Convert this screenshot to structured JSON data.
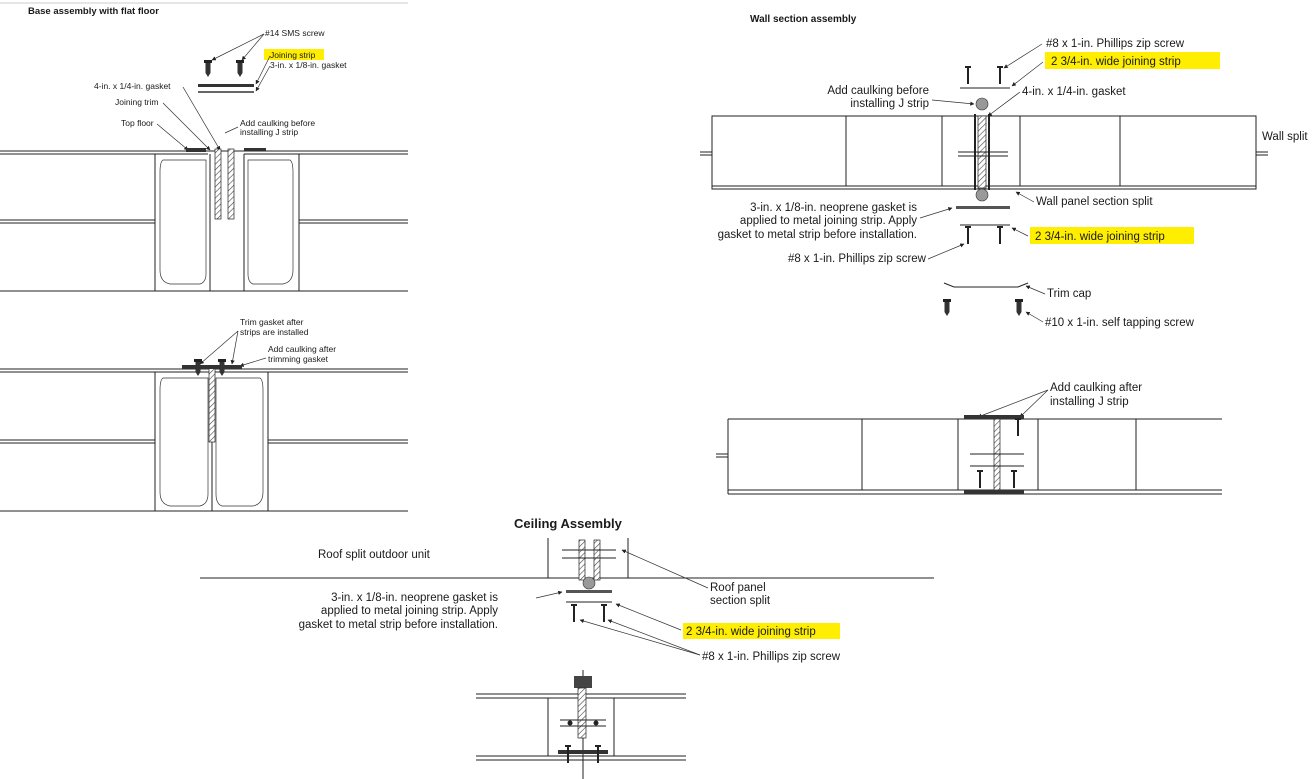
{
  "base": {
    "title": "Base assembly with flat floor",
    "labels": {
      "sms_screw": "#14 SMS screw",
      "joining_strip": "Joining strip",
      "gasket_1_8": "3-in. x 1/8-in. gasket",
      "gasket_1_4": "4-in. x 1/4-in. gasket",
      "joining_trim": "Joining trim",
      "top_floor": "Top floor",
      "caulk_before_1": "Add caulking before",
      "caulk_before_2": "installing J strip",
      "trim_gasket_1": "Trim gasket after",
      "trim_gasket_2": "strips are installed",
      "caulk_after_1": "Add caulking after",
      "caulk_after_2": "trimming gasket"
    }
  },
  "wall": {
    "title": "Wall section assembly",
    "labels": {
      "zip_screw_top": "#8 x 1-in. Phillips zip screw",
      "strip_top": "2 3/4-in. wide joining strip",
      "caulk_before_1": "Add caulking before",
      "caulk_before_2": "installing J strip",
      "gasket_1_4": "4-in. x 1/4-in. gasket",
      "wall_split": "Wall split",
      "neoprene_1": "3-in. x 1/8-in. neoprene gasket is",
      "neoprene_2": "applied to metal joining strip. Apply",
      "neoprene_3": "gasket to metal strip before installation.",
      "section_split": "Wall panel section split",
      "strip_bottom": "2 3/4-in. wide joining strip",
      "zip_screw_bottom": "#8 x 1-in. Phillips zip screw",
      "trim_cap": "Trim cap",
      "self_tapping": "#10 x 1-in. self tapping screw",
      "caulk_after_1": "Add caulking after",
      "caulk_after_2": "installing J strip"
    }
  },
  "ceiling": {
    "title": "Ceiling Assembly",
    "labels": {
      "roof_split": "Roof split outdoor unit",
      "neoprene_1": "3-in. x 1/8-in. neoprene gasket is",
      "neoprene_2": "applied to metal joining strip. Apply",
      "neoprene_3": "gasket to metal strip before installation.",
      "roof_panel_1": "Roof panel",
      "roof_panel_2": "section split",
      "strip": "2 3/4-in. wide joining strip",
      "zip_screw": "#8 x 1-in. Phillips zip screw"
    }
  },
  "colors": {
    "highlight": "#ffee00",
    "line": "#222222"
  }
}
